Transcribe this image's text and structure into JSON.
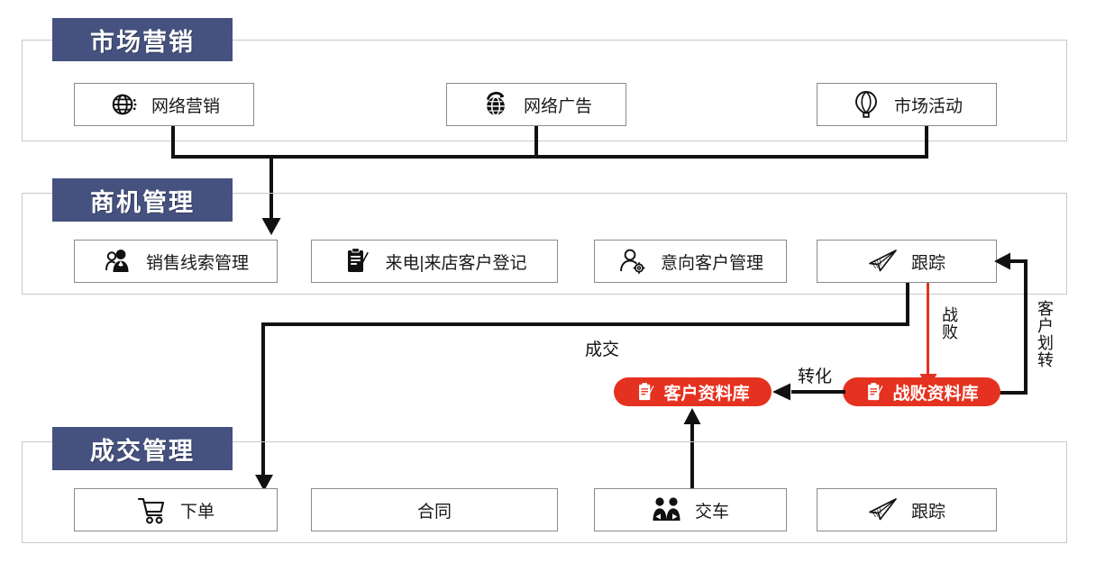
{
  "meta": {
    "title": "市场营销-商机管理-成交管理 流程图",
    "colors": {
      "header_blue": "#45527f",
      "pill_red": "#e5311f",
      "line_black": "#111111",
      "frame_gray": "#c9c9c9",
      "box_border": "#8a8a8a"
    }
  },
  "sections": [
    {
      "id": "marketing",
      "header": "市场营销",
      "nodes": [
        {
          "label": "网络营销",
          "icon": "globe-icon"
        },
        {
          "label": "网络广告",
          "icon": "globe-refresh-icon"
        },
        {
          "label": "市场活动",
          "icon": "hot-air-balloon-icon"
        }
      ]
    },
    {
      "id": "opportunity",
      "header": "商机管理",
      "nodes": [
        {
          "label": "销售线索管理",
          "icon": "salesperson-icon"
        },
        {
          "label": "来电|来店客户登记",
          "icon": "clipboard-pen-icon"
        },
        {
          "label": "意向客户管理",
          "icon": "user-gear-icon"
        },
        {
          "label": "跟踪",
          "icon": "paper-plane-icon"
        }
      ]
    },
    {
      "id": "deal",
      "header": "成交管理",
      "nodes": [
        {
          "label": "下单",
          "icon": "shopping-cart-icon"
        },
        {
          "label": "合同",
          "icon": "none"
        },
        {
          "label": "交车",
          "icon": "two-people-exchange-icon"
        },
        {
          "label": "跟踪",
          "icon": "paper-plane-icon"
        }
      ]
    }
  ],
  "databases": [
    {
      "id": "customer-db",
      "label": "客户资料库",
      "icon": "clipboard-pen-icon",
      "color": "#e5311f"
    },
    {
      "id": "lost-db",
      "label": "战败资料库",
      "icon": "clipboard-pen-icon",
      "color": "#e5311f"
    }
  ],
  "edge_labels": {
    "deal": "成交",
    "convert": "转化",
    "lost": "战败",
    "transfer": "客户划转"
  }
}
